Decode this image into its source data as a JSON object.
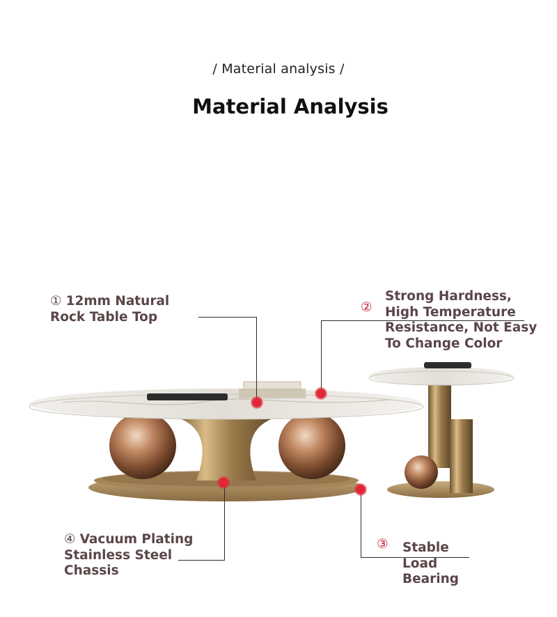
{
  "header": {
    "subtitle": "/ Material analysis /",
    "title": "Material Analysis"
  },
  "callouts": [
    {
      "number": "①",
      "text": "12mm Natural\nRock Table Top"
    },
    {
      "number": "②",
      "text": "Strong Hardness,\nHigh Temperature\nResistance, Not Easy\nTo Change Color"
    },
    {
      "number": "③",
      "text": "Stable\nLoad\nBearing"
    },
    {
      "number": "④",
      "text": "Vacuum Plating\nStainless Steel\nChassis"
    }
  ],
  "colors": {
    "marker": "#e02637",
    "callout_text": "#5b4548",
    "gold": "#b8935a",
    "marble": "#eceae6"
  }
}
